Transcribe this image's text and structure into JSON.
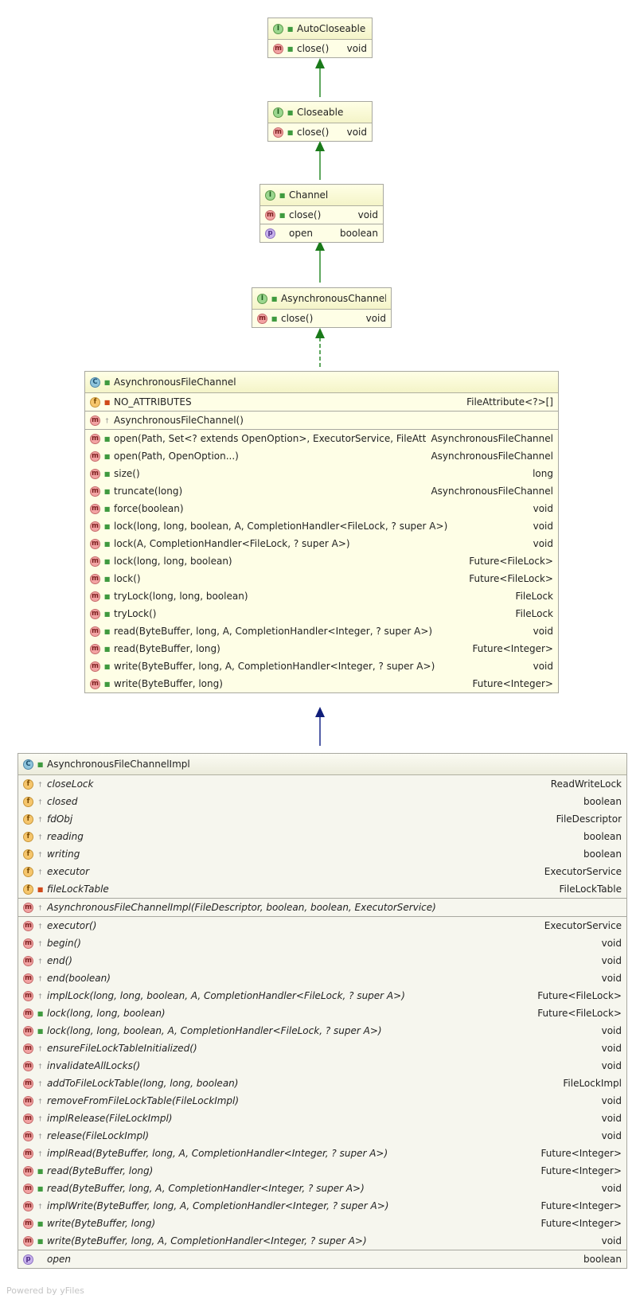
{
  "classes": {
    "autocloseable": {
      "kind": "I",
      "name": "AutoCloseable",
      "rows": [
        {
          "icon": "m",
          "vis": "pub",
          "name": "close()",
          "type": "void"
        }
      ]
    },
    "closeable": {
      "kind": "I",
      "name": "Closeable",
      "rows": [
        {
          "icon": "m",
          "vis": "pub",
          "name": "close()",
          "type": "void"
        }
      ]
    },
    "channel": {
      "kind": "I",
      "name": "Channel",
      "rows": [
        {
          "icon": "m",
          "vis": "pub",
          "name": "close()",
          "type": "void"
        },
        {
          "icon": "p",
          "vis": "",
          "name": "open",
          "type": "boolean",
          "sep": true
        }
      ]
    },
    "asynchronouschannel": {
      "kind": "I",
      "name": "AsynchronousChannel",
      "rows": [
        {
          "icon": "m",
          "vis": "pub",
          "name": "close()",
          "type": "void"
        }
      ]
    },
    "asynchronousfilechannel": {
      "kind": "C",
      "name": "AsynchronousFileChannel",
      "rows": [
        {
          "icon": "f",
          "vis": "pri",
          "name": "NO_ATTRIBUTES",
          "type": "FileAttribute<?>[]"
        },
        {
          "icon": "m",
          "vis": "pkg",
          "name": "AsynchronousFileChannel()",
          "type": "",
          "sep": true
        },
        {
          "icon": "m",
          "vis": "pub",
          "name": "open(Path, Set<? extends OpenOption>, ExecutorService, FileAttribute<?>...)",
          "type": "AsynchronousFileChannel",
          "sep": true
        },
        {
          "icon": "m",
          "vis": "pub",
          "name": "open(Path, OpenOption...)",
          "type": "AsynchronousFileChannel"
        },
        {
          "icon": "m",
          "vis": "pub",
          "name": "size()",
          "type": "long"
        },
        {
          "icon": "m",
          "vis": "pub",
          "name": "truncate(long)",
          "type": "AsynchronousFileChannel"
        },
        {
          "icon": "m",
          "vis": "pub",
          "name": "force(boolean)",
          "type": "void"
        },
        {
          "icon": "m",
          "vis": "pub",
          "name": "lock(long, long, boolean, A, CompletionHandler<FileLock, ? super A>)",
          "type": "void"
        },
        {
          "icon": "m",
          "vis": "pub",
          "name": "lock(A, CompletionHandler<FileLock, ? super A>)",
          "type": "void"
        },
        {
          "icon": "m",
          "vis": "pub",
          "name": "lock(long, long, boolean)",
          "type": "Future<FileLock>"
        },
        {
          "icon": "m",
          "vis": "pub",
          "name": "lock()",
          "type": "Future<FileLock>"
        },
        {
          "icon": "m",
          "vis": "pub",
          "name": "tryLock(long, long, boolean)",
          "type": "FileLock"
        },
        {
          "icon": "m",
          "vis": "pub",
          "name": "tryLock()",
          "type": "FileLock"
        },
        {
          "icon": "m",
          "vis": "pub",
          "name": "read(ByteBuffer, long, A, CompletionHandler<Integer, ? super A>)",
          "type": "void"
        },
        {
          "icon": "m",
          "vis": "pub",
          "name": "read(ByteBuffer, long)",
          "type": "Future<Integer>"
        },
        {
          "icon": "m",
          "vis": "pub",
          "name": "write(ByteBuffer, long, A, CompletionHandler<Integer, ? super A>)",
          "type": "void"
        },
        {
          "icon": "m",
          "vis": "pub",
          "name": "write(ByteBuffer, long)",
          "type": "Future<Integer>"
        }
      ]
    },
    "asynchronousfilechannelimpl": {
      "kind": "C",
      "name": "AsynchronousFileChannelImpl",
      "rows": [
        {
          "icon": "f",
          "vis": "pkg",
          "name": "closeLock",
          "type": "ReadWriteLock"
        },
        {
          "icon": "f",
          "vis": "pkg",
          "name": "closed",
          "type": "boolean"
        },
        {
          "icon": "f",
          "vis": "pkg",
          "name": "fdObj",
          "type": "FileDescriptor"
        },
        {
          "icon": "f",
          "vis": "pkg",
          "name": "reading",
          "type": "boolean"
        },
        {
          "icon": "f",
          "vis": "pkg",
          "name": "writing",
          "type": "boolean"
        },
        {
          "icon": "f",
          "vis": "pkg",
          "name": "executor",
          "type": "ExecutorService"
        },
        {
          "icon": "f",
          "vis": "pri",
          "name": "fileLockTable",
          "type": "FileLockTable"
        },
        {
          "icon": "m",
          "vis": "pkg",
          "name": "AsynchronousFileChannelImpl(FileDescriptor, boolean, boolean, ExecutorService)",
          "type": "",
          "sep": true
        },
        {
          "icon": "m",
          "vis": "pkg",
          "name": "executor()",
          "type": "ExecutorService",
          "sep": true
        },
        {
          "icon": "m",
          "vis": "pkg",
          "name": "begin()",
          "type": "void"
        },
        {
          "icon": "m",
          "vis": "pkg",
          "name": "end()",
          "type": "void"
        },
        {
          "icon": "m",
          "vis": "pkg",
          "name": "end(boolean)",
          "type": "void"
        },
        {
          "icon": "m",
          "vis": "pkg",
          "name": "implLock(long, long, boolean, A, CompletionHandler<FileLock, ? super A>)",
          "type": "Future<FileLock>"
        },
        {
          "icon": "m",
          "vis": "pub",
          "name": "lock(long, long, boolean)",
          "type": "Future<FileLock>"
        },
        {
          "icon": "m",
          "vis": "pub",
          "name": "lock(long, long, boolean, A, CompletionHandler<FileLock, ? super A>)",
          "type": "void"
        },
        {
          "icon": "m",
          "vis": "pkg",
          "name": "ensureFileLockTableInitialized()",
          "type": "void"
        },
        {
          "icon": "m",
          "vis": "pkg",
          "name": "invalidateAllLocks()",
          "type": "void"
        },
        {
          "icon": "m",
          "vis": "pkg",
          "name": "addToFileLockTable(long, long, boolean)",
          "type": "FileLockImpl"
        },
        {
          "icon": "m",
          "vis": "pkg",
          "name": "removeFromFileLockTable(FileLockImpl)",
          "type": "void"
        },
        {
          "icon": "m",
          "vis": "pkg",
          "name": "implRelease(FileLockImpl)",
          "type": "void"
        },
        {
          "icon": "m",
          "vis": "pkg",
          "name": "release(FileLockImpl)",
          "type": "void"
        },
        {
          "icon": "m",
          "vis": "pkg",
          "name": "implRead(ByteBuffer, long, A, CompletionHandler<Integer, ? super A>)",
          "type": "Future<Integer>"
        },
        {
          "icon": "m",
          "vis": "pub",
          "name": "read(ByteBuffer, long)",
          "type": "Future<Integer>"
        },
        {
          "icon": "m",
          "vis": "pub",
          "name": "read(ByteBuffer, long, A, CompletionHandler<Integer, ? super A>)",
          "type": "void"
        },
        {
          "icon": "m",
          "vis": "pkg",
          "name": "implWrite(ByteBuffer, long, A, CompletionHandler<Integer, ? super A>)",
          "type": "Future<Integer>"
        },
        {
          "icon": "m",
          "vis": "pub",
          "name": "write(ByteBuffer, long)",
          "type": "Future<Integer>"
        },
        {
          "icon": "m",
          "vis": "pub",
          "name": "write(ByteBuffer, long, A, CompletionHandler<Integer, ? super A>)",
          "type": "void"
        },
        {
          "icon": "p",
          "vis": "",
          "name": "open",
          "type": "boolean",
          "sep": true
        }
      ]
    }
  },
  "footer": "Powered by yFiles"
}
